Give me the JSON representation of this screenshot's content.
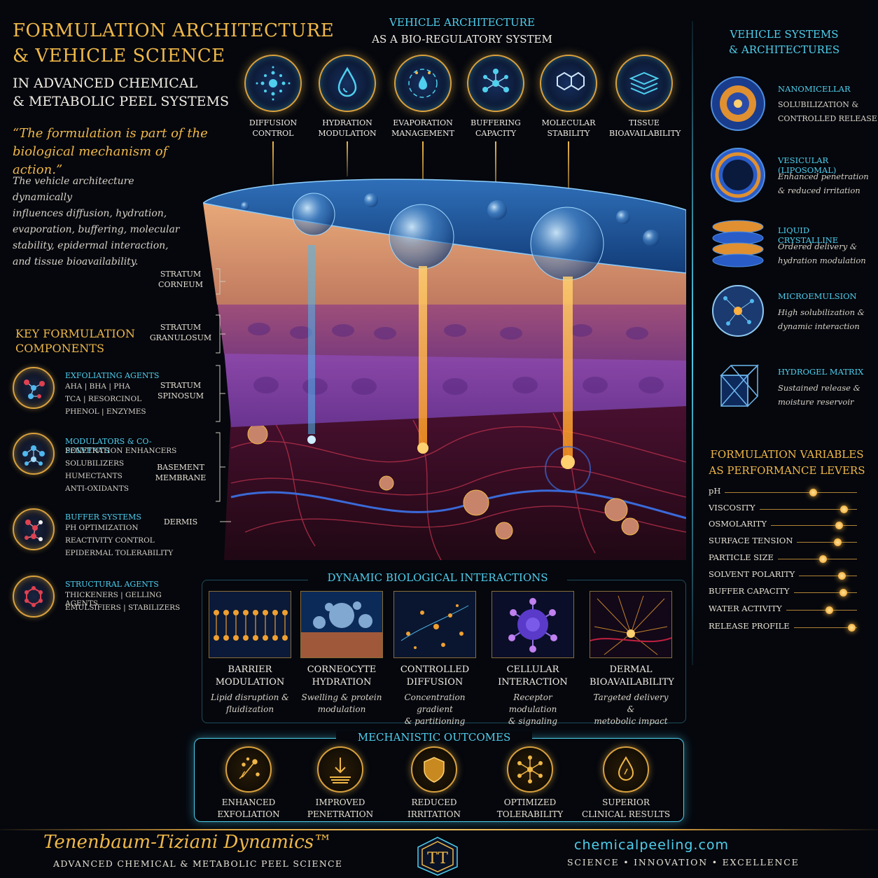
{
  "header": {
    "title_line1": "Formulation Architecture",
    "title_line2": "& Vehicle Science",
    "subtitle_line1": "in Advanced Chemical",
    "subtitle_line2": "& Metabolic Peel Systems",
    "quote_line1": "“The formulation is part of the",
    "quote_line2": "biological mechanism of action.”",
    "intro": [
      "The vehicle architecture dynamically",
      "influences diffusion, hydration,",
      "evaporation, buffering, molecular",
      "stability, epidermal interaction,",
      "and tissue bioavailability."
    ]
  },
  "center_header": {
    "line1": "Vehicle Architecture",
    "line2": "as a Bio-Regulatory System"
  },
  "topics": [
    {
      "line1": "Diffusion",
      "line2": "Control",
      "icon": "diffusion-icon"
    },
    {
      "line1": "Hydration",
      "line2": "Modulation",
      "icon": "water-drop-icon"
    },
    {
      "line1": "Evaporation",
      "line2": "Management",
      "icon": "evaporation-icon"
    },
    {
      "line1": "Buffering",
      "line2": "Capacity",
      "icon": "molecule-network-icon"
    },
    {
      "line1": "Molecular",
      "line2": "Stability",
      "icon": "hexagon-molecule-icon"
    },
    {
      "line1": "Tissue",
      "line2": "Bioavailability",
      "icon": "tissue-layers-icon"
    }
  ],
  "skin_layers": [
    {
      "line1": "Stratum",
      "line2": "Corneum"
    },
    {
      "line1": "Stratum",
      "line2": "Granulosum"
    },
    {
      "line1": "Stratum",
      "line2": "Spinosum"
    },
    {
      "line1": "Basement",
      "line2": "Membrane"
    },
    {
      "line1": "Dermis",
      "line2": ""
    }
  ],
  "key_components": {
    "title_line1": "Key Formulation",
    "title_line2": "Components",
    "items": [
      {
        "title": "Exfoliating Agents",
        "lines": [
          "AHA | BHA | PHA",
          "TCA | Resorcinol",
          "Phenol | Enzymes"
        ],
        "icon": "molecule-icon",
        "color": "#e04050"
      },
      {
        "title": "Modulators & Co-Solvents",
        "lines": [
          "Penetration Enhancers",
          "Solubilizers",
          "Humectants",
          "Anti-Oxidants"
        ],
        "icon": "molecule-icon",
        "color": "#4fb8ee"
      },
      {
        "title": "Buffer Systems",
        "lines": [
          "pH Optimization",
          "Reactivity Control",
          "Epidermal Tolerability"
        ],
        "icon": "molecule-icon",
        "color": "#e04050"
      },
      {
        "title": "Structural Agents",
        "lines": [
          "Thickeners | Gelling Agents",
          "Emulsifiers | Stabilizers"
        ],
        "icon": "hexagon-molecule-icon",
        "color": "#e04050"
      }
    ]
  },
  "vehicle_systems": {
    "title_line1": "Vehicle Systems",
    "title_line2": "& Architectures",
    "items": [
      {
        "title": "Nanomicellar",
        "desc_line1": "Solubilization &",
        "desc_line2": "Controlled Release",
        "icon": "micelle-icon"
      },
      {
        "title": "Vesicular (Liposomal)",
        "desc_line1": "Enhanced penetration",
        "desc_line2": "& reduced irritation",
        "icon": "liposome-icon"
      },
      {
        "title": "Liquid Crystalline",
        "desc_line1": "Ordered delivery &",
        "desc_line2": "hydration modulation",
        "icon": "lamellar-icon"
      },
      {
        "title": "Microemulsion",
        "desc_line1": "High solubilization &",
        "desc_line2": "dynamic interaction",
        "icon": "microemulsion-icon"
      },
      {
        "title": "Hydrogel Matrix",
        "desc_line1": "Sustained release &",
        "desc_line2": "moisture reservoir",
        "icon": "hydrogel-cube-icon"
      }
    ]
  },
  "formulation_variables": {
    "title_line1": "Formulation Variables",
    "title_line2": "as Performance Levers",
    "items": [
      {
        "label": "pH",
        "level": 0.68
      },
      {
        "label": "Viscosity",
        "level": 0.9
      },
      {
        "label": "Osmolarity",
        "level": 0.82
      },
      {
        "label": "Surface Tension",
        "level": 0.7
      },
      {
        "label": "Particle Size",
        "level": 0.58
      },
      {
        "label": "Solvent Polarity",
        "level": 0.78
      },
      {
        "label": "Buffer Capacity",
        "level": 0.82
      },
      {
        "label": "Water Activity",
        "level": 0.62
      },
      {
        "label": "Release Profile",
        "level": 0.98
      }
    ]
  },
  "dynamic_interactions": {
    "title": "Dynamic Biological Interactions",
    "items": [
      {
        "line1": "Barrier",
        "line2": "Modulation",
        "desc_line1": "Lipid disruption &",
        "desc_line2": "fluidization"
      },
      {
        "line1": "Corneocyte",
        "line2": "Hydration",
        "desc_line1": "Swelling & protein",
        "desc_line2": "modulation"
      },
      {
        "line1": "Controlled",
        "line2": "Diffusion",
        "desc_line1": "Concentration gradient",
        "desc_line2": "& partitioning"
      },
      {
        "line1": "Cellular",
        "line2": "Interaction",
        "desc_line1": "Receptor modulation",
        "desc_line2": "& signaling"
      },
      {
        "line1": "Dermal",
        "line2": "Bioavailability",
        "desc_line1": "Targeted delivery &",
        "desc_line2": "metobolic impact"
      }
    ]
  },
  "outcomes": {
    "title": "Mechanistic Outcomes",
    "items": [
      {
        "line1": "Enhanced",
        "line2": "Exfoliation",
        "icon": "exfoliation-icon"
      },
      {
        "line1": "Improved",
        "line2": "Penetration",
        "icon": "penetration-arrow-icon"
      },
      {
        "line1": "Reduced",
        "line2": "Irritation",
        "icon": "shield-icon"
      },
      {
        "line1": "Optimized",
        "line2": "Tolerability",
        "icon": "network-icon"
      },
      {
        "line1": "Superior",
        "line2": "Clinical Results",
        "icon": "drop-icon"
      }
    ]
  },
  "footer": {
    "brand": "Tenenbaum-Tiziani Dynamics™",
    "brand_sub": "Advanced Chemical & Metabolic Peel Science",
    "logo_text": "TT",
    "site": "chemicalpeeling.com",
    "tagline": "Science • Innovation • Excellence"
  },
  "colors": {
    "gold": "#f0b848",
    "cyan": "#4fd0ee",
    "background": "#05070d"
  }
}
